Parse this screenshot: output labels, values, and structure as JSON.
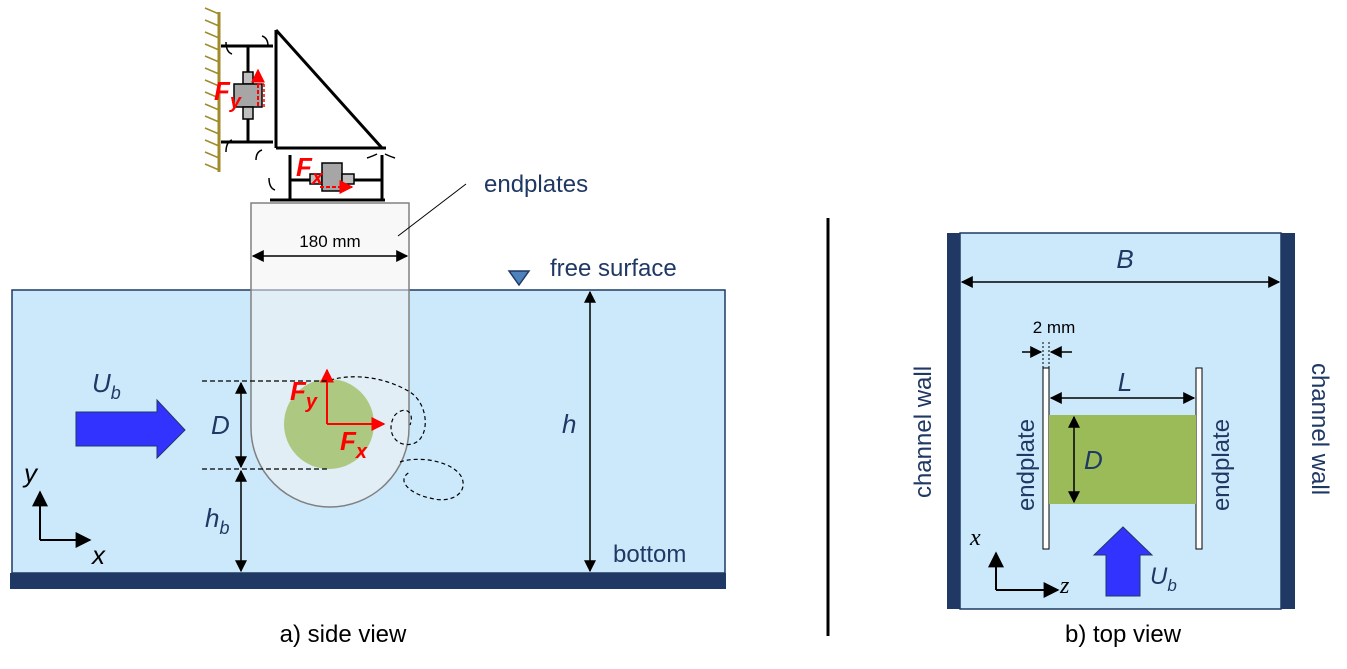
{
  "side_view": {
    "caption": "a) side view",
    "endplates_label": "endplates",
    "width_label": "180 mm",
    "free_surface_label": "free surface",
    "bottom_label": "bottom",
    "flow_velocity": {
      "main": "U",
      "sub": "b"
    },
    "diameter_label": "D",
    "depth_label": "h",
    "gap_label": {
      "main": "h",
      "sub": "b"
    },
    "force_x": {
      "main": "F",
      "sub": "x"
    },
    "force_y": {
      "main": "F",
      "sub": "y"
    },
    "axis_x": "x",
    "axis_y": "y"
  },
  "top_view": {
    "caption": "b) top view",
    "channel_width_label": "B",
    "plate_thickness_label": "2 mm",
    "cylinder_length_label": "L",
    "diameter_label": "D",
    "channel_wall_left": "channel wall",
    "channel_wall_right": "channel wall",
    "endplate_left": "endplate",
    "endplate_right": "endplate",
    "flow_velocity": {
      "main": "U",
      "sub": "b"
    },
    "axis_x": "x",
    "axis_z": "z"
  },
  "colors": {
    "water": "#cce9fb",
    "channel": "#1f3864",
    "cylinder": "#9bbb59",
    "flow_arrow": "#3333ff",
    "force": "#ff0000",
    "wall_hatch": "#a08a2a"
  }
}
